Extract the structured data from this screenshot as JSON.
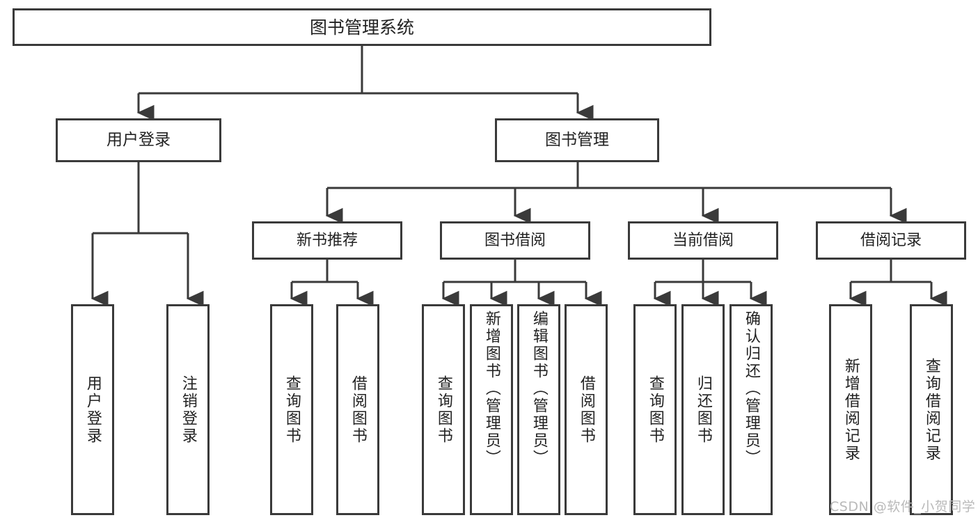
{
  "diagram": {
    "title": "图书管理系统",
    "watermark": "CSDN @软件_小贺同学",
    "colors": {
      "border": "#3a3a3a",
      "background": "#ffffff",
      "text": "#222222",
      "watermark": "#b9b9b9"
    },
    "root": {
      "label": "图书管理系统"
    },
    "level2": [
      {
        "label": "用户登录"
      },
      {
        "label": "图书管理"
      }
    ],
    "level3": [
      {
        "label": "新书推荐"
      },
      {
        "label": "图书借阅"
      },
      {
        "label": "当前借阅"
      },
      {
        "label": "借阅记录"
      }
    ],
    "leaves": {
      "user_login": [
        {
          "label": "用户登录"
        },
        {
          "label": "注销登录"
        }
      ],
      "new_book": [
        {
          "label": "查询图书"
        },
        {
          "label": "借阅图书"
        }
      ],
      "borrow_book": [
        {
          "label": "查询图书"
        },
        {
          "label": "新增图书（管理员）"
        },
        {
          "label": "编辑图书（管理员）"
        },
        {
          "label": "借阅图书"
        }
      ],
      "current_borrow": [
        {
          "label": "查询图书"
        },
        {
          "label": "归还图书"
        },
        {
          "label": "确认归还（管理员）"
        }
      ],
      "borrow_record": [
        {
          "label": "新增借阅记录"
        },
        {
          "label": "查询借阅记录"
        }
      ]
    }
  }
}
